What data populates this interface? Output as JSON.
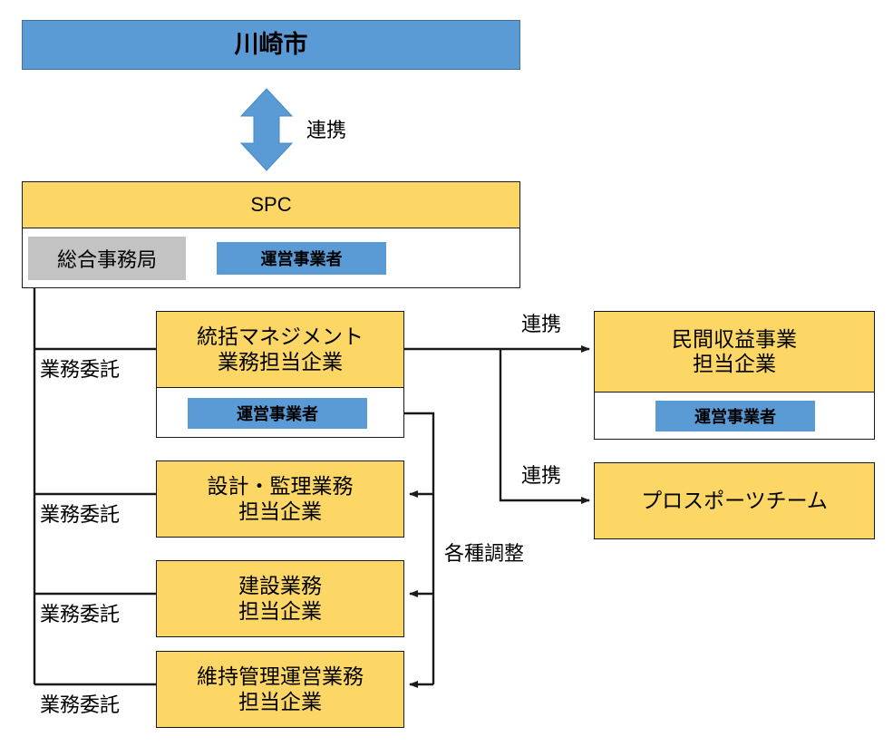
{
  "diagram": {
    "title_box": {
      "label": "川崎市",
      "color": "#5B9BD5"
    },
    "top_link": {
      "label": "連携",
      "arrow": "double-vertical-arrow",
      "color": "#5B9BD5"
    },
    "spc": {
      "header": "SPC",
      "color": "#FCD765",
      "tags": [
        {
          "label": "総合事務局",
          "color": "#C3C3C3"
        },
        {
          "label": "運営事業者",
          "color": "#5B9BD5"
        }
      ]
    },
    "left_boxes": [
      {
        "line1": "統括マネジメント",
        "line2": "業務担当企業",
        "badge": "運営事業者",
        "has_badge": true,
        "entrust_label": "業務委託"
      },
      {
        "line1": "設計・監理業務",
        "line2": "担当企業",
        "badge": "",
        "has_badge": false,
        "entrust_label": "業務委託"
      },
      {
        "line1": "建設業務",
        "line2": "担当企業",
        "badge": "",
        "has_badge": false,
        "entrust_label": "業務委託"
      },
      {
        "line1": "維持管理運営業務",
        "line2": "担当企業",
        "badge": "",
        "has_badge": false,
        "entrust_label": "業務委託"
      }
    ],
    "right_boxes": [
      {
        "line1": "民間収益事業",
        "line2": "担当企業",
        "badge": "運営事業者",
        "has_badge": true,
        "link_label": "連携"
      },
      {
        "line1": "プロスポーツチーム",
        "line2": "",
        "badge": "",
        "has_badge": false,
        "link_label": "連携"
      }
    ],
    "coordination_label": "各種調整",
    "colors": {
      "yellow": "#FCD765",
      "blue": "#5B9BD5",
      "gray": "#C3C3C3",
      "line": "#1a1a1a"
    }
  }
}
